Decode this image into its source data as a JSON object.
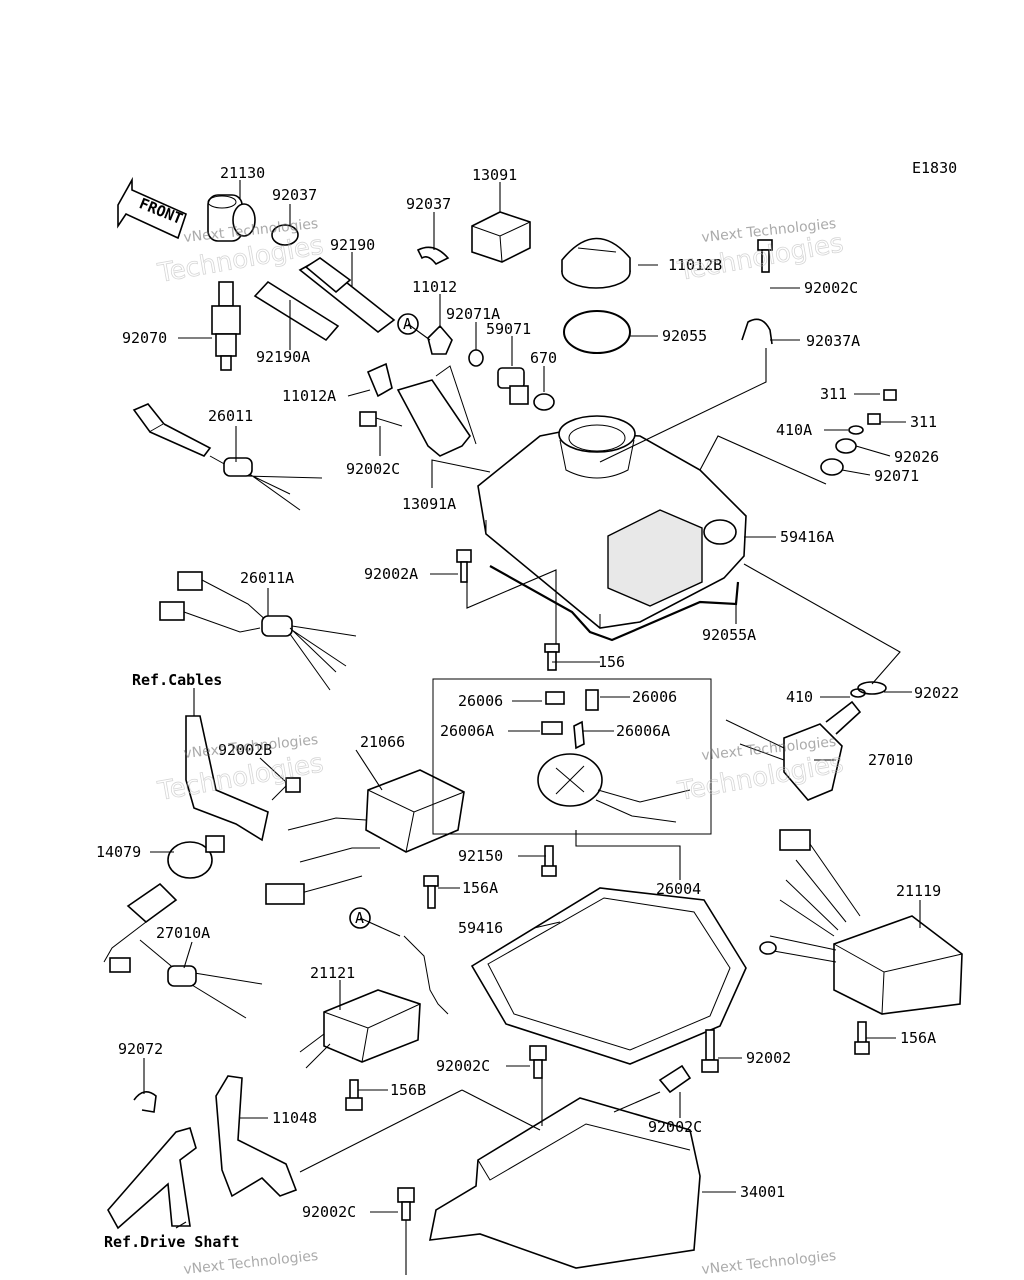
{
  "diagram_code": "E1830",
  "front_label": "FRONT",
  "watermark_line1": "vNext Technologies",
  "watermark_line2": "Technologies",
  "circle_marker": "A",
  "refs": {
    "cables": "Ref.Cables",
    "drive_shaft": "Ref.Drive Shaft"
  },
  "labels": {
    "p21130": "21130",
    "p92037_top": "92037",
    "p92190": "92190",
    "p92070": "92070",
    "p92190A": "92190A",
    "p92037_mid": "92037",
    "p13091": "13091",
    "p11012": "11012",
    "p92071A": "92071A",
    "p59071": "59071",
    "p670": "670",
    "p11012B": "11012B",
    "p92055": "92055",
    "p92002C_r": "92002C",
    "p92037A": "92037A",
    "p311a": "311",
    "p311b": "311",
    "p410A": "410A",
    "p92026": "92026",
    "p92071": "92071",
    "p11012A": "11012A",
    "p26011": "26011",
    "p92002C_l": "92002C",
    "p13091A": "13091A",
    "p59416A": "59416A",
    "p92002A": "92002A",
    "p92055A": "92055A",
    "p26011A": "26011A",
    "p156": "156",
    "p26006_l": "26006",
    "p26006_r": "26006",
    "p26006A_l": "26006A",
    "p26006A_r": "26006A",
    "p410": "410",
    "p92022": "92022",
    "p27010": "27010",
    "p92002B": "92002B",
    "p21066": "21066",
    "p14079": "14079",
    "p92150": "92150",
    "p26004": "26004",
    "p156A_l": "156A",
    "p21119": "21119",
    "p27010A": "27010A",
    "p59416": "59416",
    "p21121": "21121",
    "p156A_r": "156A",
    "p92072": "92072",
    "p92002C_b1": "92002C",
    "p92002": "92002",
    "p156B": "156B",
    "p11048": "11048",
    "p92002C_b2": "92002C",
    "p34001": "34001",
    "p92002C_b3": "92002C"
  }
}
